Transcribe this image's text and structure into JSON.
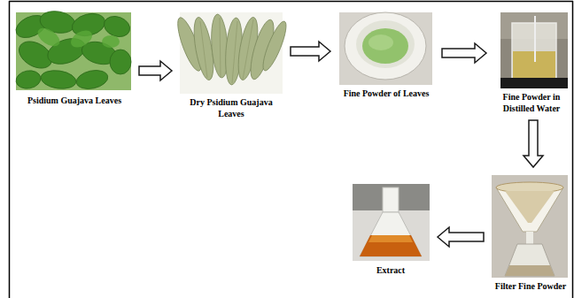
{
  "diagram": {
    "nodes": [
      {
        "text": [
          "Psidium Guajava Leaves"
        ]
      },
      {
        "text": [
          "Dry Psidium Guajava Leaves"
        ]
      },
      {
        "text": [
          "Fine Powder of Leaves"
        ]
      },
      {
        "text": [
          "Fine Powder in Distilled Water"
        ]
      },
      {
        "text": [
          "Filter Fine Powder"
        ]
      },
      {
        "text": [
          "Extract"
        ]
      }
    ],
    "edges": [
      {
        "from": 0,
        "to": 1,
        "arrow": "to"
      },
      {
        "from": 1,
        "to": 2,
        "arrow": "to"
      },
      {
        "from": 2,
        "to": 3,
        "arrow": "to"
      },
      {
        "from": 3,
        "to": 4,
        "arrow": "to"
      },
      {
        "from": 4,
        "to": 5,
        "arrow": "to"
      }
    ]
  }
}
